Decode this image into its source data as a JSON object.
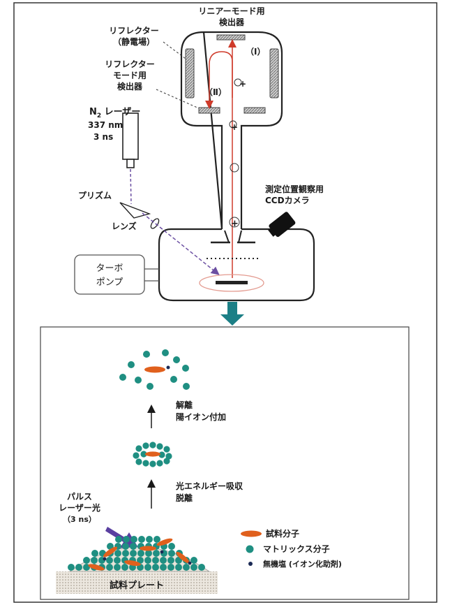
{
  "top": {
    "linear_detector": [
      "リニアーモード用",
      "検出器"
    ],
    "reflector": [
      "リフレクター",
      "（静電場）"
    ],
    "reflector_detector": [
      "リフレクター",
      "モード用",
      "検出器"
    ],
    "path_I": "（Ⅰ）",
    "path_II": "（Ⅱ）",
    "laser": {
      "line1_main": "N",
      "line1_sub": "2",
      "line1_rest": " レーザー",
      "wavelength": "337 nm",
      "pulse": "3 ns"
    },
    "prism": "プリズム",
    "lens": "レンズ",
    "camera": [
      "測定位置観察用",
      "CCDカメラ"
    ],
    "pump": [
      "ターボ",
      "ポンプ"
    ],
    "ion_symbol": "+"
  },
  "bottom": {
    "step_desorb": [
      "解離",
      "陽イオン付加"
    ],
    "step_absorb": [
      "光エネルギー吸収",
      "脱離"
    ],
    "pulse_laser": [
      "パルス",
      "レーザー光",
      "（3 ns）"
    ],
    "sample_plate": "試料プレート",
    "legend": [
      {
        "label": "試料分子",
        "shape": "ellipse",
        "color": "#e0601d"
      },
      {
        "label": "マトリックス分子",
        "shape": "circle",
        "color": "#1f8f82"
      },
      {
        "label": "無機塩 (イオン化助剤)",
        "shape": "dot",
        "color": "#1b2a55"
      }
    ]
  },
  "colors": {
    "line": "#222222",
    "beam": "#cf3b2b",
    "laser_dash": "#6b4fa2",
    "arrow_down": "#1c7f86",
    "pulse_arrow": "#5a3fa0",
    "matrix": "#1f8f82",
    "sample": "#e0601d",
    "salt": "#1b2a55",
    "plate": "#d9d2c4",
    "detector_hatch": "#7a7a7a"
  }
}
